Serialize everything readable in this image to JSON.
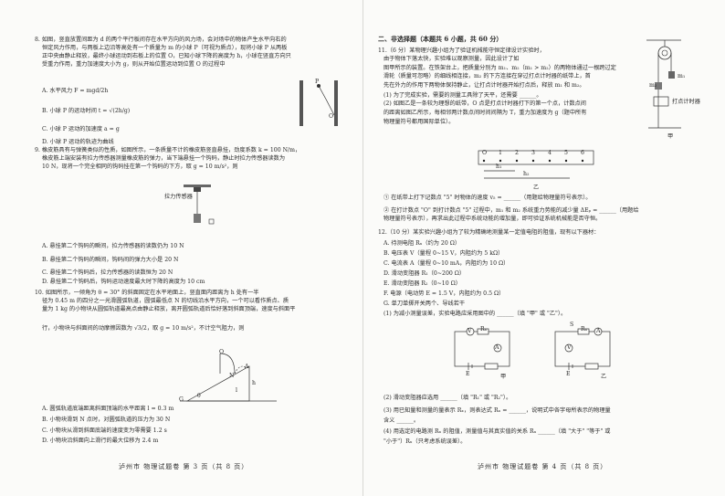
{
  "left": {
    "q8": {
      "stem": [
        "8. 如图，竖直放置间距为 d 的两个平行板间存在水平方向的风力场，会对场中的物体产生水平向右的",
        "恒定风力作用，与两板上边沿等高处有一个质量为 m 的小球 P（可视为质点），现将小球 P 从两板",
        "正中央由静止释放，最终小球运动到右板上的位置 O，已知小球下降的高度为 h，小球在竖直方向只",
        "受重力作用，重力加速度大小为 g，则从开始位置运动到位置 O 的过程中"
      ],
      "options": [
        "A. 水平风力 F = mgd/2h",
        "B. 小球 P 的运动时间 t = √(2h/g)",
        "C. 小球 P 运动的加速度 a = g",
        "D. 小球 P 运动的轨迹为曲线"
      ],
      "fig_labels": {
        "p": "P",
        "o": "O"
      }
    },
    "q9": {
      "stem": [
        "9. 橡皮筋具有与弹簧类似的性质，如图所示，一条质量不计的橡皮筋竖直悬挂，劲度系数 k = 100 N/m，",
        "橡皮筋上端安装有拉力传感器测量橡皮筋的弹力，当下端悬挂一个钩码，静止时拉力传感器读数为",
        "10 N，现将一个完全相同的钩码挂在第一个钩码的下方，取 g = 10 m/s²，则"
      ],
      "options": [
        "A. 悬挂第二个钩码的瞬间，拉力传感器的读数仍为 10 N",
        "B. 悬挂第二个钩码的瞬间，钩码间的弹力大小是 20 N",
        "C. 悬挂第二个钩码后，拉力传感器的读数恒为 20 N",
        "D. 悬挂第二个钩码后，钩码运动速度最大时下降的高度为 10 cm"
      ],
      "fig_labels": {
        "sensor": "拉力传感器"
      }
    },
    "q10": {
      "stem": [
        "10. 如图所示，一倾角为 θ = 30° 的斜面固定在水平地面上，竖直面内距离为 h 处有一半",
        "径为 0.45 m 的四分之一光滑圆弧轨道，圆弧最低点 N 的切线沿水平方向，一个可以看作质点、质",
        "量为 1 kg 的小物块从圆弧轨道最高点由静止释放，离开圆弧轨道后恰好落到斜面顶端，速度与斜面平",
        "行，小物块与斜面间的动摩擦因数为 √3/2，取 g = 10 m/s²，不计空气阻力，则"
      ],
      "options": [
        "A. 圆弧轨道底端距离斜面顶端的水平距离 l = 0.3 m",
        "B. 小物块滑到 N 点时，对圆弧轨道的压力为 30 N",
        "C. 小物块从滑到斜面底端的速度变为零需要 1.2 s",
        "D. 小物块沿斜面向上滑行的最大位移为 2.4 m"
      ],
      "fig_labels": {
        "o": "O",
        "n": "N",
        "a": "A",
        "h": "h",
        "l": "l",
        "theta": "θ",
        "g": "G"
      }
    },
    "footer": "泸州市   物理试题卷   第 3 页（共 8 页）"
  },
  "right": {
    "section": "二、非选择题（本题共 6 小题，共 60 分）",
    "q11": {
      "stem": [
        "11.（6 分）某物理兴趣小组为了验证机械能守恒定律设计实验时，",
        "由于物体下落太快，实验难以观察测量，因此设计了如",
        "图甲所示的装置。在铁架台上，把质量分别为 m₁、m₂（m₁ > m₂）的两物体通过一根跨过定",
        "滑轮（质量可忽略）的细线相连接，m₂ 的下方连接在穿过打点计时器的纸带上，首",
        "先在外力的作用下两物体保持静止，让打点计时器开始打点后，释放 m₁ 和 m₂。",
        "(1) 为了完成实验，需要的测量工具除了天平，还需要 ______。",
        "(2) 如图乙是一条较为理想的纸带，O 点是打点计时器打下的第一个点，计数点间",
        "的距离如图乙所示，每相邻两计数点间时间间隔为 T，重力加速度为 g（题中所有",
        "物理量符号都用国际单位）。"
      ],
      "tape_points": [
        "O",
        "1",
        "2",
        "3",
        "4",
        "5",
        "6"
      ],
      "tape_labels": {
        "h1": "h₁",
        "h2": "h₂",
        "caption": "乙"
      },
      "sub": [
        "① 在纸带上打下记数点 \"5\" 时物体的速度 v₅ = ______（用题给物理量符号表示）。",
        "② 在打计数点 \"O\" 到打计数点 \"5\" 过程中，m₁ 和 m₂ 系统重力势能的减少量 ΔEₚ = ______（用题给",
        "物理量符号表示），再求出此过程中系统动能的增加量，即可验证系统机械能是否守恒。"
      ],
      "fig_labels": {
        "m1": "m₁",
        "m2": "m₂",
        "timer": "打点计时器",
        "caption": "甲"
      }
    },
    "q12": {
      "stem": [
        "12.（10 分）某实验兴趣小组为了较为精确地测量某一定值电阻的阻值，现有以下器材：",
        "A. 待测电阻 Rₓ（约为 20 Ω）",
        "B. 电压表 V（量程 0~15 V，内阻约为 5 kΩ）",
        "C. 电流表 A（量程 0~10 mA，内阻约为 10 Ω）",
        "D. 滑动变阻器 R₁（0~200 Ω）",
        "E. 滑动变阻器 R₂（0~10 Ω）",
        "F. 电源（电动势 E = 1.5 V，内阻约为 0.5 Ω）",
        "G. 单刀单掷开关两个、导线若干",
        "(1) 为减小测量误差，实验电路应采用图中的 ______（填 \"甲\" 或 \"乙\"）。"
      ],
      "circuit_labels": {
        "v": "V",
        "a": "A",
        "s": "S",
        "e": "E",
        "rx": "Rₓ",
        "left": "甲",
        "right": "乙"
      },
      "after": [
        "(2) 滑动变阻器应选用 ______（填 \"R₁\" 或 \"R₂\"）。",
        "(3) 用已知量和测量的量表示 Rₓ，则表达式 Rₓ = ______，说明式中各字母所表示的物理量",
        "含义 ______。",
        "(4) 用选定的电路测 Rₓ 的阻值，测量值与其真实值的关系 Rₓ ______（填 \"大于\" \"等于\" 或",
        "\"小于\"）Rₓ（只考虑系统误差）。"
      ]
    },
    "footer": "泸州市   物理试题卷   第 4 页（共 8 页）"
  }
}
